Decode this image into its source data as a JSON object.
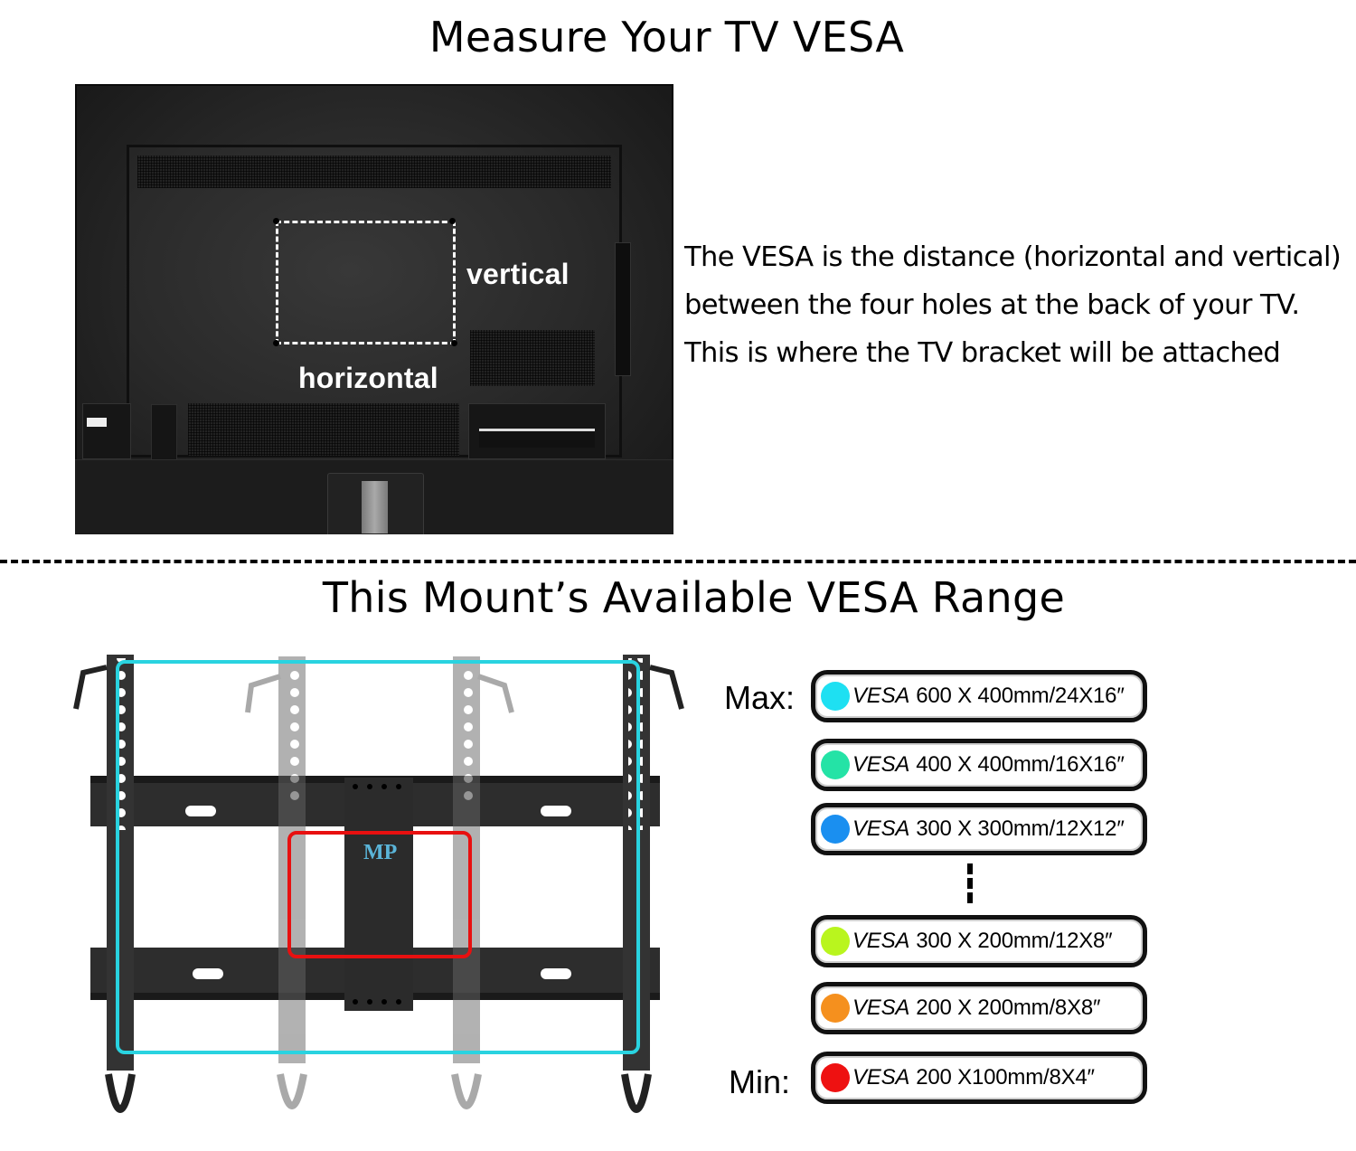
{
  "top_section": {
    "title": "Measure Your TV VESA",
    "tv_image": {
      "label_vertical": "vertical",
      "label_horizontal": "horizontal"
    },
    "description_lines": [
      "The VESA is the distance (horizontal and vertical)",
      "between the four holes at the back of your TV.",
      "This is where the TV bracket will be attached"
    ]
  },
  "bottom_section": {
    "title": "This Mount’s Available VESA Range",
    "mount_image": {
      "logo_text": "MP",
      "outline_colors": {
        "max": "#29d3e0",
        "min": "#e81010"
      }
    },
    "max_label": "Max:",
    "min_label": "Min:",
    "vesa_options": [
      {
        "prefix": "VESA",
        "spec": "600 X 400mm/24X16″",
        "color": "#1ee0f2"
      },
      {
        "prefix": "VESA",
        "spec": "400 X 400mm/16X16″",
        "color": "#24e3a6"
      },
      {
        "prefix": "VESA",
        "spec": "300 X 300mm/12X12″",
        "color": "#1a8ff0"
      },
      {
        "prefix": "VESA",
        "spec": "300 X 200mm/12X8″",
        "color": "#b9f51e"
      },
      {
        "prefix": "VESA",
        "spec": "200 X 200mm/8X8″",
        "color": "#f5901e"
      },
      {
        "prefix": "VESA",
        "spec": "200 X100mm/8X4″",
        "color": "#ee1111"
      }
    ]
  }
}
